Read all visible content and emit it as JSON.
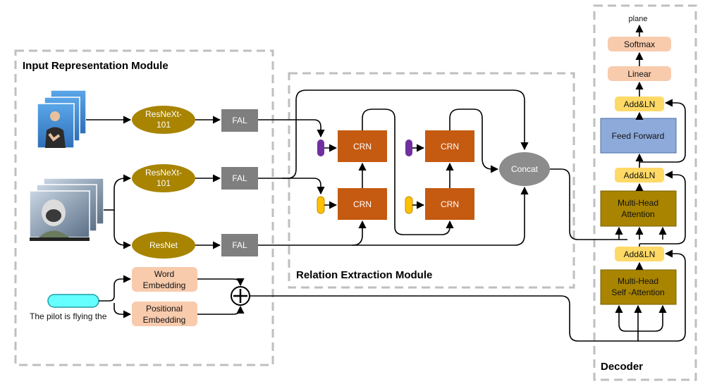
{
  "modules": {
    "input": "Input Representation Module",
    "relation": "Relation Extraction  Module",
    "decoder": "Decoder"
  },
  "input": {
    "resnext_top": [
      "ResNeXt-",
      "101"
    ],
    "resnext_mid": [
      "ResNeXt-",
      "101"
    ],
    "resnet": "ResNet",
    "fal": "FAL",
    "word_embedding": [
      "Word",
      "Embedding"
    ],
    "positional_embedding": [
      "Positional",
      "Embedding"
    ],
    "sentence": "The pilot is flying the"
  },
  "relation": {
    "crn": "CRN",
    "concat": "Concat"
  },
  "decoder": {
    "output_word": "plane",
    "softmax": "Softmax",
    "linear": "Linear",
    "add_ln": "Add&LN",
    "feed_forward": "Feed Forward",
    "mha": [
      "Multi-Head",
      "Attention"
    ],
    "mhsa": [
      "Multi-Head",
      "Self -Attention"
    ]
  },
  "colors": {
    "olive": "#a88400",
    "gray_box": "#7f7f7f",
    "orange_box": "#c55a11",
    "purple": "#7030a0",
    "yellow_pill": "#ffc000",
    "peach": "#f8cbad",
    "add_ln": "#ffd966",
    "feed_forward": "#8eaadb",
    "concat": "#8c8c8c",
    "cyan": "#66ffff"
  },
  "icons": [
    "sign-language-video-frames-image",
    "pilot-cockpit-video-frames-image",
    "plus-circle-icon"
  ]
}
